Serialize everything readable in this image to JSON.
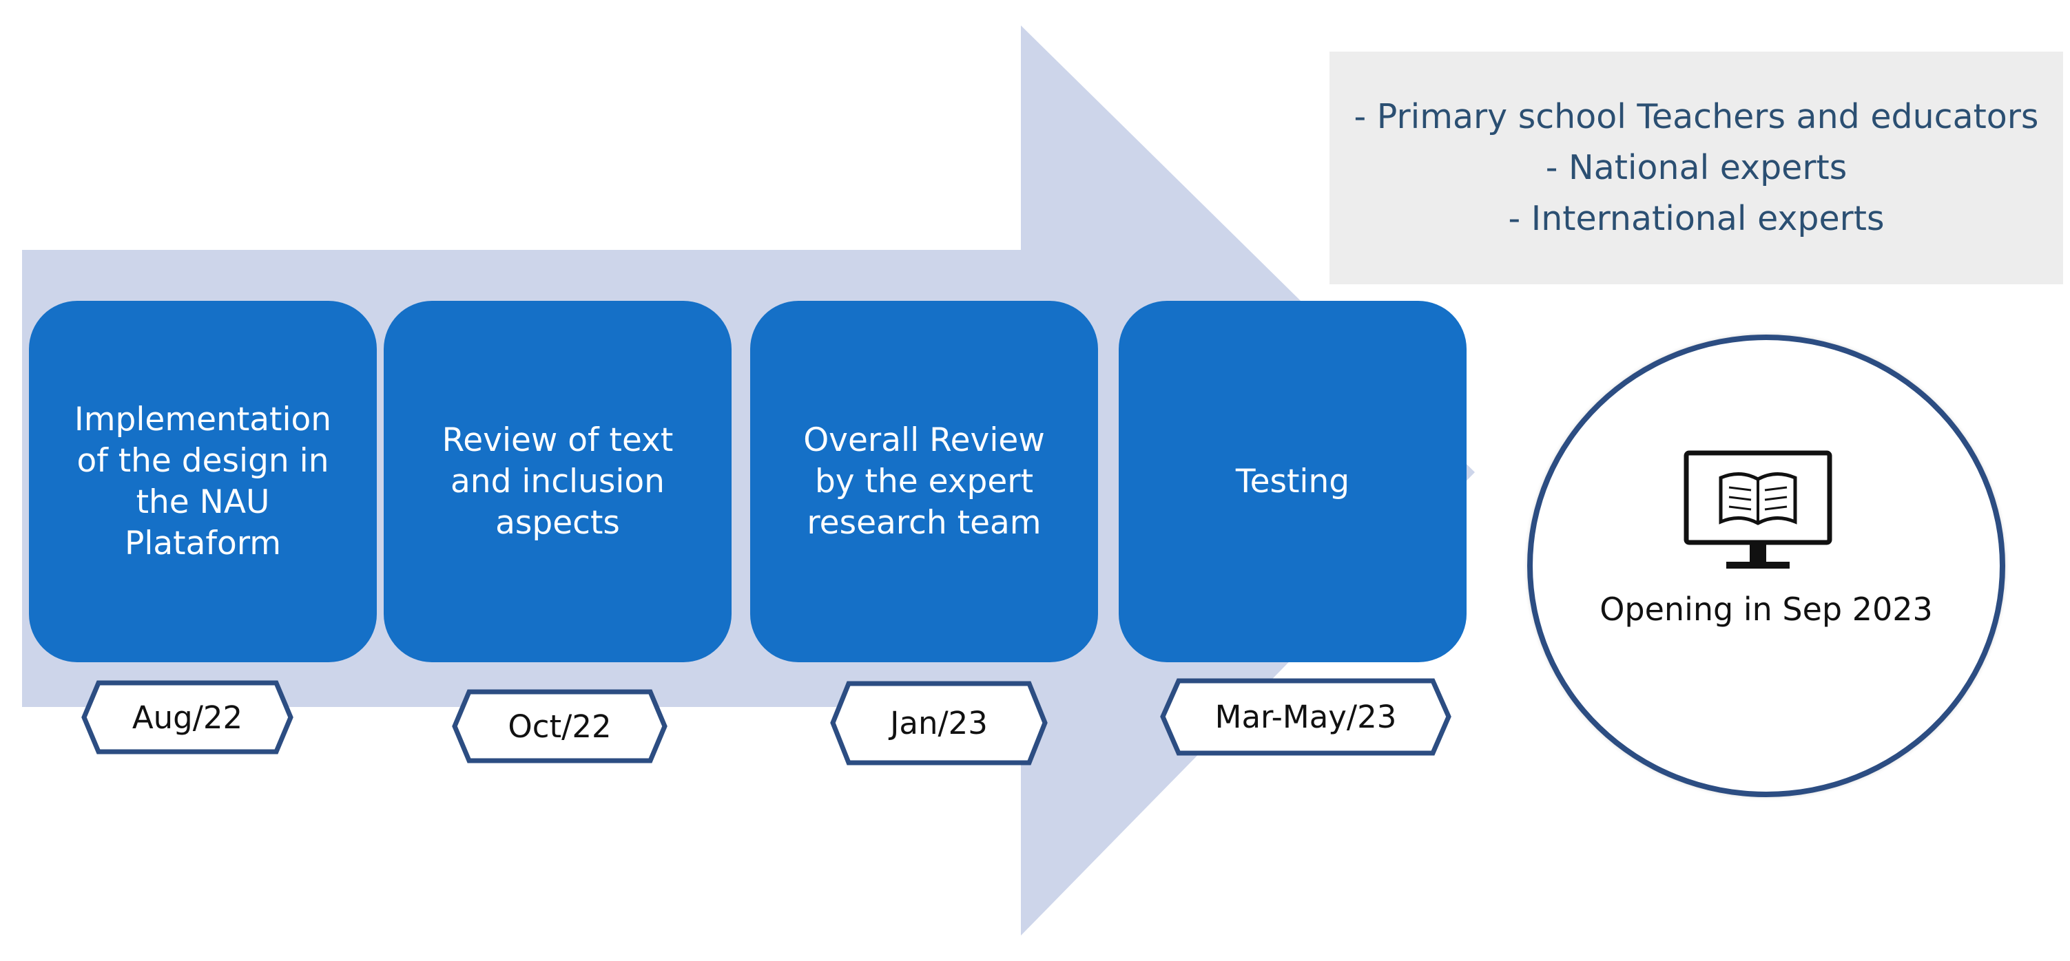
{
  "info": {
    "lines": [
      "- Primary school Teachers and educators",
      "- National experts",
      "- International experts"
    ]
  },
  "steps": [
    {
      "text": "Implementation\nof the design in\nthe NAU\nPlataform",
      "date": "Aug/22"
    },
    {
      "text": "Review of text\nand inclusion\naspects",
      "date": "Oct/22"
    },
    {
      "text": "Overall Review\nby the expert\nresearch team",
      "date": "Jan/23"
    },
    {
      "text": "Testing",
      "date": "Mar-May/23"
    }
  ],
  "final": {
    "icon": "monitor-book-icon",
    "label": "Opening in Sep 2023"
  },
  "colors": {
    "arrow": "#cdd5ea",
    "step": "#1570c7",
    "tag_border": "#2c4d82",
    "info_text": "#2b4f72"
  }
}
